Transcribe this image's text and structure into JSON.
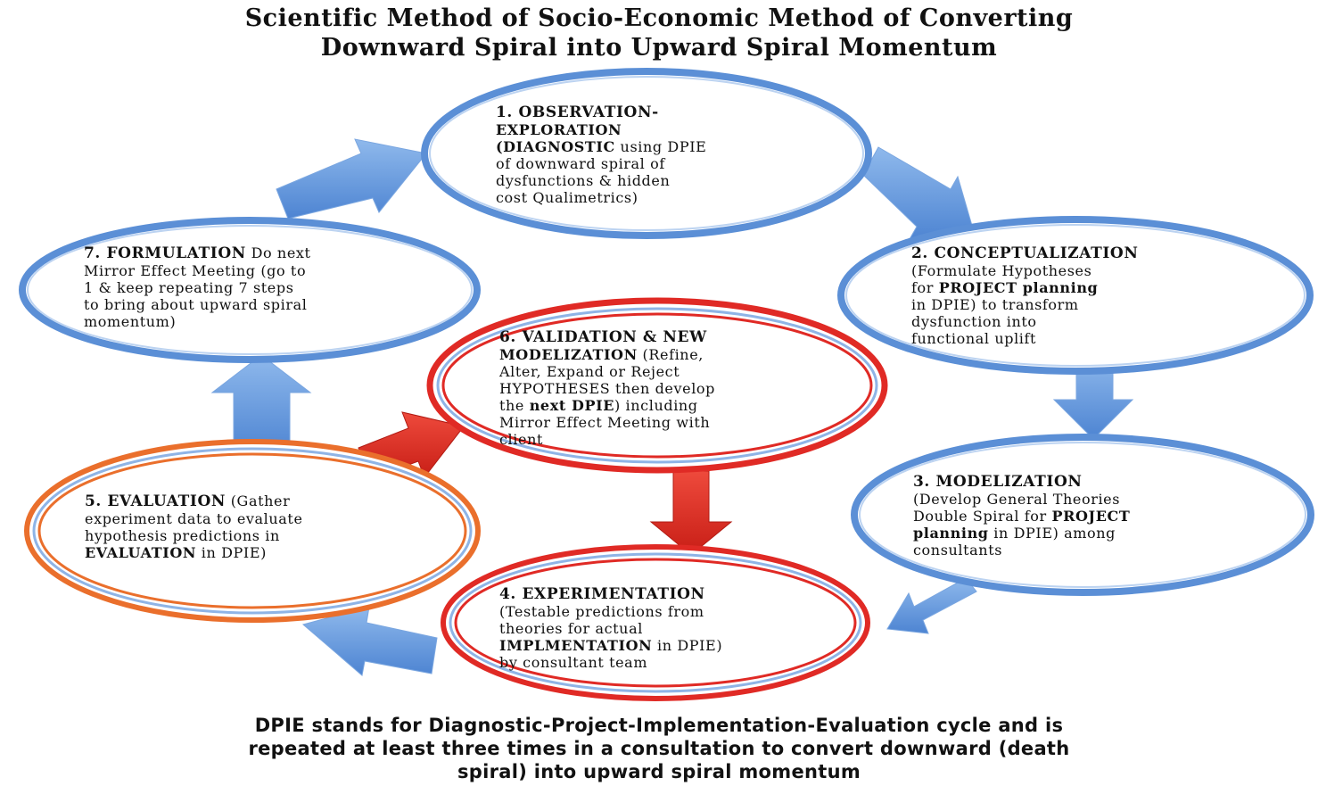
{
  "title": {
    "line1": "Scientific Method of Socio-Economic Method of Converting",
    "line2": "Downward Spiral into Upward Spiral Momentum"
  },
  "steps": {
    "s1": {
      "lines": [
        [
          {
            "t": "1. OBSERVATION-",
            "b": true
          }
        ],
        [
          {
            "t": "EXPLORATION",
            "b": true
          }
        ],
        [
          {
            "t": "(DIAGNOSTIC",
            "b": true
          },
          {
            "t": " using DPIE"
          }
        ],
        [
          {
            "t": "of downward spiral of"
          }
        ],
        [
          {
            "t": "dysfunctions & hidden"
          }
        ],
        [
          {
            "t": "cost Qualimetrics)"
          }
        ]
      ]
    },
    "s2": {
      "lines": [
        [
          {
            "t": "2.  CONCEPTUALIZATION",
            "b": true
          }
        ],
        [
          {
            "t": "(Formulate Hypotheses"
          }
        ],
        [
          {
            "t": "for "
          },
          {
            "t": "PROJECT planning",
            "b": true
          }
        ],
        [
          {
            "t": "in DPIE) to transform"
          }
        ],
        [
          {
            "t": "dysfunction into"
          }
        ],
        [
          {
            "t": "functional uplift"
          }
        ]
      ]
    },
    "s3": {
      "lines": [
        [
          {
            "t": "3.  MODELIZATION",
            "b": true
          }
        ],
        [
          {
            "t": "(Develop General Theories"
          }
        ],
        [
          {
            "t": "Double Spiral for "
          },
          {
            "t": "PROJECT",
            "b": true
          }
        ],
        [
          {
            "t": "planning",
            "b": true
          },
          {
            "t": " in DPIE) among"
          }
        ],
        [
          {
            "t": "consultants"
          }
        ]
      ]
    },
    "s4": {
      "lines": [
        [
          {
            "t": "4.  EXPERIMENTATION",
            "b": true
          }
        ],
        [
          {
            "t": "(Testable predictions from"
          }
        ],
        [
          {
            "t": "theories for actual"
          }
        ],
        [
          {
            "t": "IMPLMENTATION",
            "b": true
          },
          {
            "t": " in DPIE)"
          }
        ],
        [
          {
            "t": "by consultant team"
          }
        ]
      ]
    },
    "s5": {
      "lines": [
        [
          {
            "t": "5.  EVALUATION",
            "b": true
          },
          {
            "t": " (Gather"
          }
        ],
        [
          {
            "t": "experiment data to evaluate"
          }
        ],
        [
          {
            "t": "hypothesis predictions in"
          }
        ],
        [
          {
            "t": "EVALUATION",
            "b": true
          },
          {
            "t": " in DPIE)"
          }
        ]
      ]
    },
    "s6": {
      "lines": [
        [
          {
            "t": "6.  VALIDATION & NEW",
            "b": true
          }
        ],
        [
          {
            "t": "MODELIZATION",
            "b": true
          },
          {
            "t": " (Refine,"
          }
        ],
        [
          {
            "t": "Alter, Expand or Reject"
          }
        ],
        [
          {
            "t": "HYPOTHESES then develop"
          }
        ],
        [
          {
            "t": "the "
          },
          {
            "t": "next DPIE",
            "b": true
          },
          {
            "t": ") including"
          }
        ],
        [
          {
            "t": "Mirror Effect Meeting with"
          }
        ],
        [
          {
            "t": "client"
          }
        ]
      ]
    },
    "s7": {
      "lines": [
        [
          {
            "t": "7.  FORMULATION",
            "b": true
          },
          {
            "t": " Do next"
          }
        ],
        [
          {
            "t": "Mirror Effect Meeting (go to"
          }
        ],
        [
          {
            "t": "1 & keep repeating 7 steps"
          }
        ],
        [
          {
            "t": "to bring about upward spiral"
          }
        ],
        [
          {
            "t": "momentum)"
          }
        ]
      ]
    }
  },
  "footer": {
    "line1": "DPIE stands for Diagnostic-Project-Implementation-Evaluation cycle and is",
    "line2": "repeated at least three times in a consultation to convert downward (death",
    "line3": "spiral) into upward spiral momentum"
  },
  "colors": {
    "blue_ring": "#5b8fd6",
    "blue_arrow": "#5f96dc",
    "red_ring": "#e02a25",
    "orange_ring": "#ea6f2c",
    "red_arrow": "#dd2a20"
  }
}
